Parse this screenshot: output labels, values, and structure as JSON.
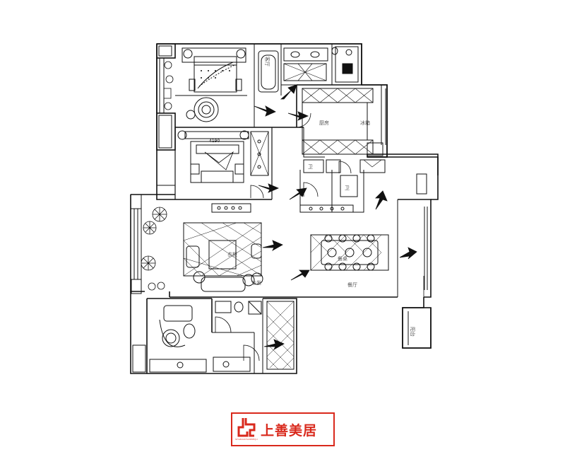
{
  "floor_plan": {
    "room_labels": {
      "living_room_top": "客厅",
      "dining_room": "餐厅",
      "dining_table": "餐桌",
      "bedroom_dimension": "4190",
      "kitchen": "厨房",
      "bath_left": "卫",
      "bath_right": "卫",
      "closet": "衣柜",
      "side_balcony": "阳台",
      "kitchen_appliance": "冰箱",
      "living_sofa": "沙发"
    }
  },
  "brand": {
    "name": "上善美居",
    "subtitle": "SHANGSHANMEIJU",
    "color": "#d9291c"
  },
  "colors": {
    "line": "#111111",
    "background": "#ffffff",
    "brand_red": "#d9291c"
  }
}
